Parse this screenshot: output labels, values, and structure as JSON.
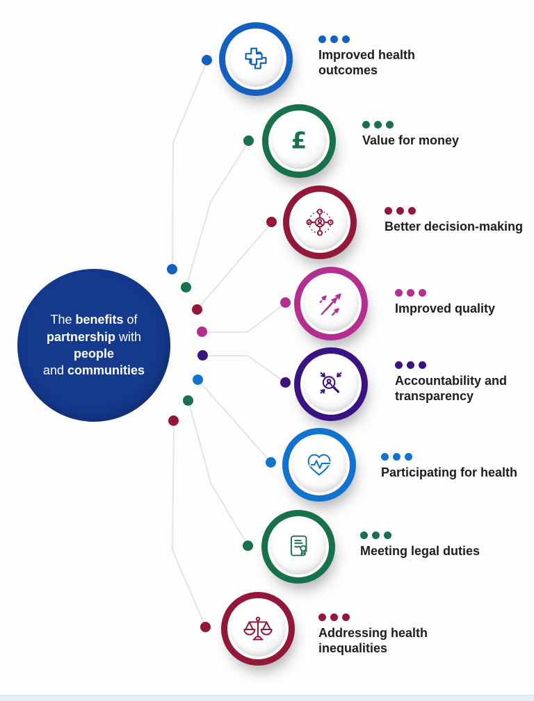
{
  "center": {
    "bg_color": "#14398d",
    "line1": [
      {
        "t": "The "
      },
      {
        "t": "benefits"
      },
      {
        "t": " of"
      }
    ],
    "line2": [
      {
        "t": "partnership"
      },
      {
        "t": " with "
      },
      {
        "t": "people"
      }
    ],
    "line3": [
      {
        "t": "and "
      },
      {
        "t": "communities"
      }
    ]
  },
  "branches": [
    {
      "label": "Improved health outcomes",
      "color": "#1460bf",
      "icon": "medical-cross-icon"
    },
    {
      "label": "Value for money",
      "color": "#17714a",
      "icon": "pound-sterling-icon",
      "pound": "£"
    },
    {
      "label": "Better decision-making",
      "color": "#931739",
      "icon": "people-network-icon"
    },
    {
      "label": "Improved quality",
      "color": "#b42e90",
      "icon": "rising-arrows-icon"
    },
    {
      "label": "Accountability and transparency",
      "color": "#3a1282",
      "icon": "magnifier-person-icon"
    },
    {
      "label": "Participating for health",
      "color": "#1173cf",
      "icon": "heart-pulse-icon"
    },
    {
      "label": "Meeting legal duties",
      "color": "#17714a",
      "icon": "legal-scroll-icon"
    },
    {
      "label": "Addressing health inequalities",
      "color": "#931739",
      "icon": "balance-scales-icon"
    }
  ],
  "footer": {
    "strip_color": "#e9eef5"
  }
}
